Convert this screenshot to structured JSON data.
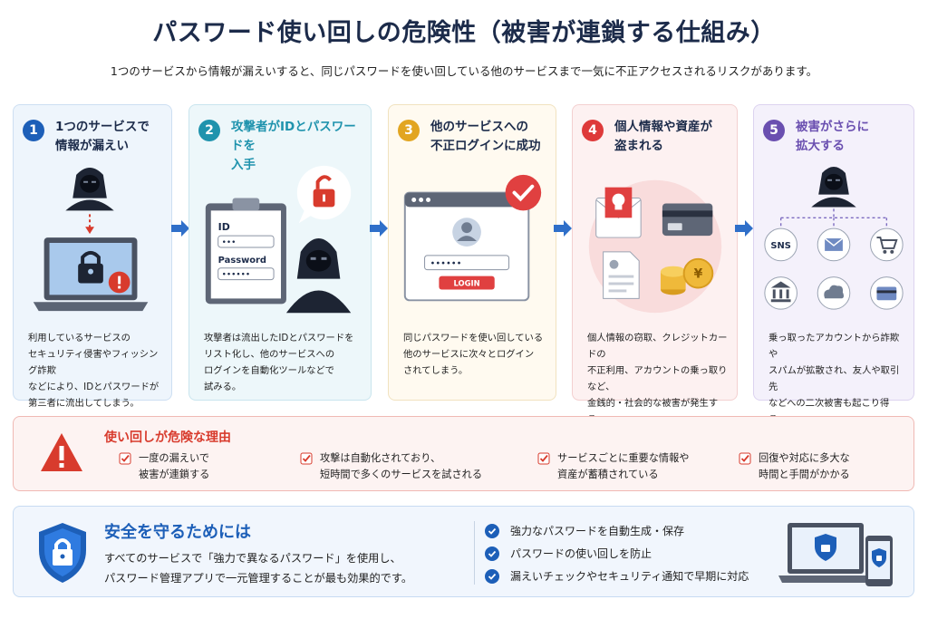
{
  "header": {
    "title": "パスワード使い回しの危険性（被害が連鎖する仕組み）",
    "subtitle": "1つのサービスから情報が漏えいすると、同じパスワードを使い回している他のサービスまで一気に不正アクセスされるリスクがあります。"
  },
  "steps": [
    {
      "num": "1",
      "color": "#1d5fb8",
      "title": [
        "1つのサービスで",
        "情報が漏えい"
      ],
      "desc": [
        "利用しているサービスの",
        "セキュリティ侵害やフィッシング詐欺",
        "などにより、IDとパスワードが",
        "第三者に流出してしまう。"
      ]
    },
    {
      "num": "2",
      "color": "#1f93ad",
      "title": [
        "攻撃者がIDとパスワードを",
        "入手"
      ],
      "desc": [
        "攻撃者は流出したIDとパスワードを",
        "リスト化し、他のサービスへの",
        "ログインを自動化ツールなどで",
        "試みる。"
      ]
    },
    {
      "num": "3",
      "color": "#e2a521",
      "title": [
        "他のサービスへの",
        "不正ログインに成功"
      ],
      "desc": [
        "同じパスワードを使い回している",
        "他のサービスに次々とログイン",
        "されてしまう。"
      ]
    },
    {
      "num": "4",
      "color": "#de3a3a",
      "title": [
        "個人情報や資産が",
        "盗まれる"
      ],
      "desc": [
        "個人情報の窃取、クレジットカードの",
        "不正利用、アカウントの乗っ取りなど、",
        "金銭的・社会的な被害が発生する。"
      ]
    },
    {
      "num": "5",
      "color": "#6a4fb0",
      "title": [
        "被害がさらに",
        "拡大する"
      ],
      "desc": [
        "乗っ取ったアカウントから詐欺や",
        "スパムが拡散され、友人や取引先",
        "などへの二次被害も起こり得る。"
      ]
    }
  ],
  "illus": {
    "id_label": "ID",
    "password_label": "Password",
    "id_mask": "•••",
    "pw_mask": "••••••",
    "login_mask": "••••••",
    "login_button": "LOGIN",
    "sns_label": "SNS",
    "yen": "¥"
  },
  "reasons": {
    "title": "使い回しが危険な理由",
    "items": [
      [
        "一度の漏えいで",
        "被害が連鎖する"
      ],
      [
        "攻撃は自動化されており、",
        "短時間で多くのサービスを試される"
      ],
      [
        "サービスごとに重要な情報や",
        "資産が蓄積されている"
      ],
      [
        "回復や対応に多大な",
        "時間と手間がかかる"
      ]
    ]
  },
  "safety": {
    "title": "安全を守るためには",
    "text": [
      "すべてのサービスで「強力で異なるパスワード」を使用し、",
      "パスワード管理アプリで一元管理することが最も効果的です。"
    ],
    "tips": [
      "強力なパスワードを自動生成・保存",
      "パスワードの使い回しを防止",
      "漏えいチェックやセキュリティ通知で早期に対応"
    ]
  },
  "colors": {
    "accent": "#1d5fb8",
    "danger": "#d83b2d",
    "arrow": "#2f6fc9",
    "hacker": "#1d2433"
  }
}
